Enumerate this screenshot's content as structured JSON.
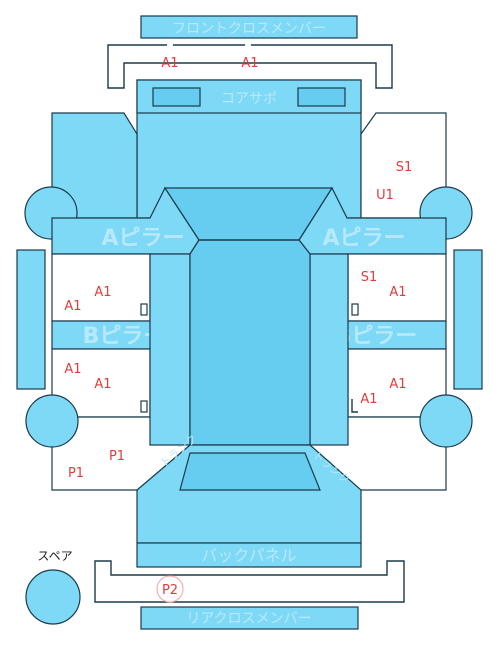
{
  "labels": {
    "front_cross_member": "フロントクロスメンバー",
    "core_support": "コアサポ",
    "a_pillar_left": "Aピラー",
    "a_pillar_right": "Aピラー",
    "b_pillar_left": "Bピラー",
    "b_pillar_right": "Bピラー",
    "back_panel": "バックパネル",
    "rear_cross_member": "リアクロスメンバー",
    "spare": "スペア",
    "trunk_left": "トランク",
    "trunk_right": "トランク"
  },
  "codes": {
    "front_cross_left": "A1",
    "front_cross_right": "A1",
    "front_right_fender_s": "S1",
    "front_right_fender_u": "U1",
    "left_front_door_upper": "A1",
    "left_front_door_lower": "A1",
    "right_front_door_s": "S1",
    "right_front_door_a": "A1",
    "left_rear_door_upper": "A1",
    "left_rear_door_lower": "A1",
    "right_rear_door_upper": "A1",
    "right_rear_door_lower": "A1",
    "left_quarter_upper": "P1",
    "left_quarter_lower": "P1",
    "rear_cross_circled": "P2"
  },
  "colors": {
    "panel": "#7ed9f7",
    "outline": "#1b3a4b",
    "code": "#e03c3c",
    "label": "#b8e9fa"
  }
}
